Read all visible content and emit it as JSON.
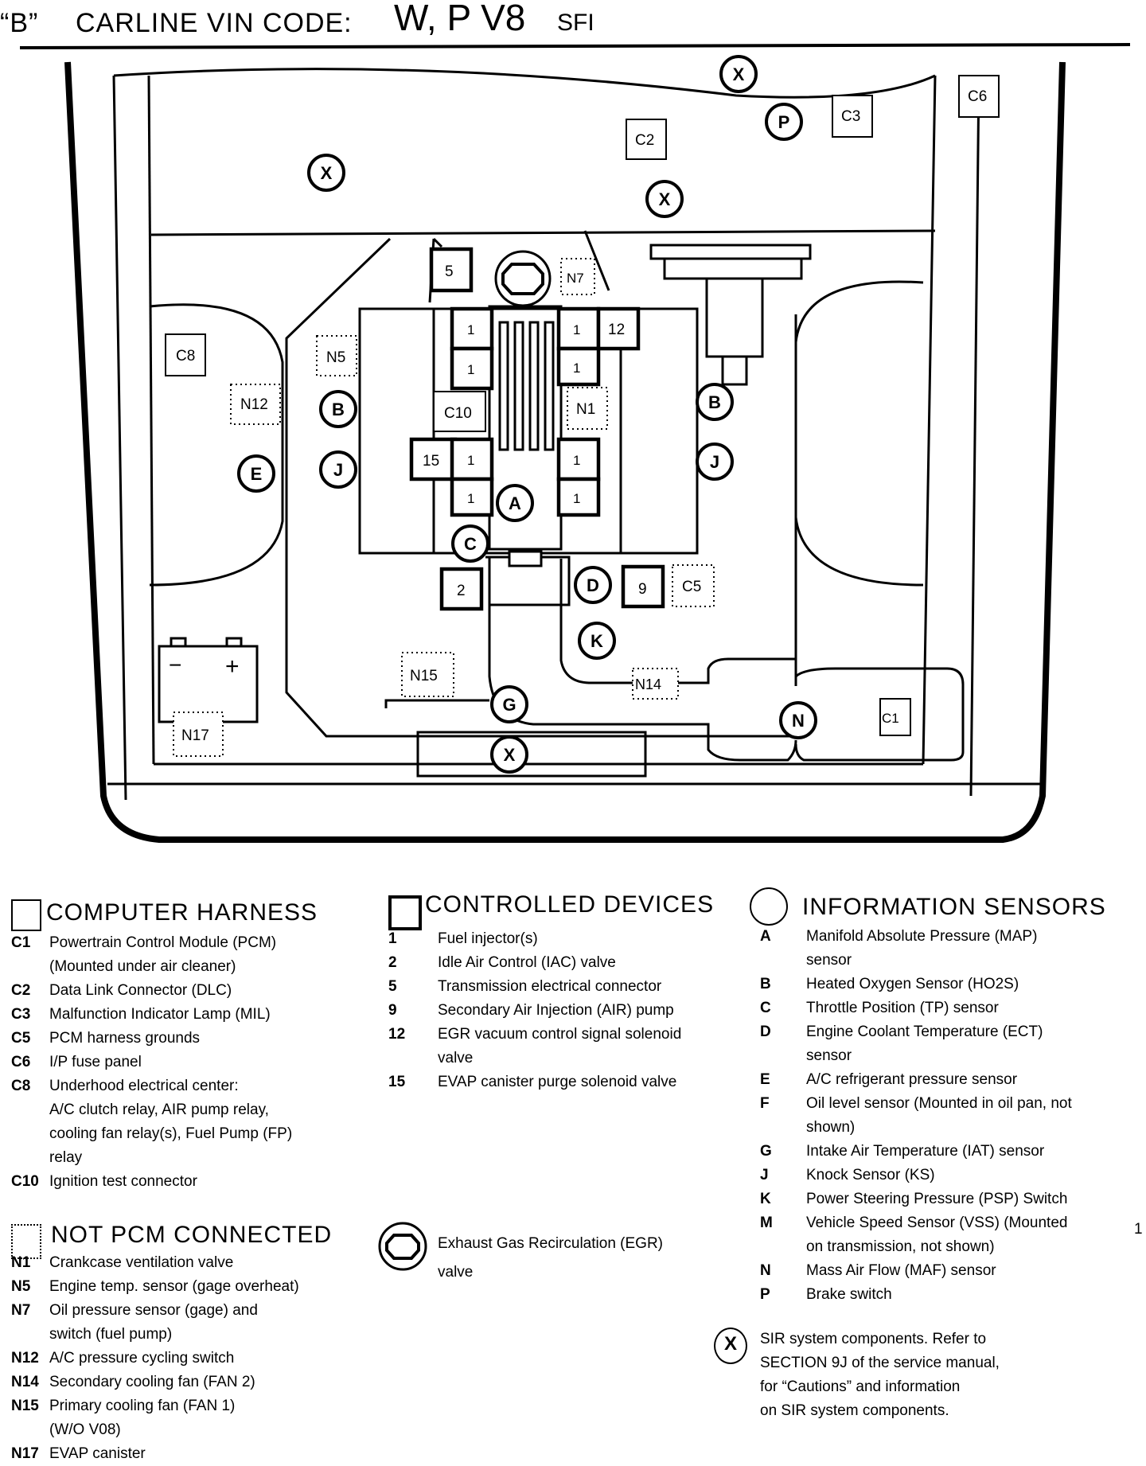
{
  "title": {
    "prefix": "“B”",
    "carline": "CARLINE  VIN CODE:",
    "engine": "W, P V8",
    "sfi": "SFI"
  },
  "diagram_labels": {
    "C1": "C1",
    "C2": "C2",
    "C3": "C3",
    "C5": "C5",
    "C6": "C6",
    "C8": "C8",
    "C10": "C10",
    "N1": "N1",
    "N5": "N5",
    "N7": "N7",
    "N12": "N12",
    "N14": "N14",
    "N15": "N15",
    "N17": "N17",
    "d1": "1",
    "d2": "2",
    "d5": "5",
    "d9": "9",
    "d12": "12",
    "d15": "15",
    "A": "A",
    "B": "B",
    "C": "C",
    "D": "D",
    "E": "E",
    "G": "G",
    "J": "J",
    "K": "K",
    "N": "N",
    "P": "P",
    "X": "X",
    "minus": "−",
    "plus": "+"
  },
  "computer_harness": {
    "heading": "COMPUTER HARNESS",
    "items": [
      {
        "code": "C1",
        "text": "Powertrain Control Module (PCM)"
      },
      {
        "code": "",
        "text": "(Mounted under air cleaner)"
      },
      {
        "code": "C2",
        "text": "Data Link Connector (DLC)"
      },
      {
        "code": "C3",
        "text": "Malfunction Indicator Lamp (MIL)"
      },
      {
        "code": "C5",
        "text": "PCM harness grounds"
      },
      {
        "code": "C6",
        "text": "I/P fuse panel"
      },
      {
        "code": "C8",
        "text": "Underhood electrical center:"
      },
      {
        "code": "",
        "text": " A/C clutch relay, AIR pump relay,"
      },
      {
        "code": "",
        "text": "cooling fan relay(s), Fuel Pump (FP)"
      },
      {
        "code": "",
        "text": "relay"
      },
      {
        "code": "C10",
        "text": "Ignition test connector"
      }
    ]
  },
  "not_pcm": {
    "heading": "NOT PCM CONNECTED",
    "items": [
      {
        "code": "N1",
        "text": "Crankcase ventilation valve"
      },
      {
        "code": "N5",
        "text": "Engine temp. sensor (gage overheat)"
      },
      {
        "code": "N7",
        "text": "Oil pressure sensor (gage) and"
      },
      {
        "code": "",
        "text": "switch (fuel pump)"
      },
      {
        "code": "N12",
        "text": "A/C pressure cycling switch"
      },
      {
        "code": "N14",
        "text": "Secondary cooling fan (FAN 2)"
      },
      {
        "code": "N15",
        "text": "Primary cooling fan (FAN 1)"
      },
      {
        "code": "",
        "text": "(W/O V08)"
      },
      {
        "code": "N17",
        "text": "EVAP canister"
      }
    ]
  },
  "controlled_devices": {
    "heading": "CONTROLLED DEVICES",
    "items": [
      {
        "code": "1",
        "text": "Fuel injector(s)"
      },
      {
        "code": "2",
        "text": "Idle Air Control  (IAC) valve"
      },
      {
        "code": "5",
        "text": "Transmission electrical connector"
      },
      {
        "code": "9",
        "text": "Secondary Air Injection (AIR) pump"
      },
      {
        "code": "12",
        "text": "EGR vacuum control signal solenoid"
      },
      {
        "code": "",
        "text": "valve"
      },
      {
        "code": "15",
        "text": "EVAP canister purge solenoid valve"
      }
    ]
  },
  "egr": {
    "line1": "Exhaust Gas Recirculation (EGR)",
    "line2": "valve"
  },
  "information_sensors": {
    "heading": "INFORMATION SENSORS",
    "items": [
      {
        "code": "A",
        "text": "Manifold Absolute Pressure (MAP)"
      },
      {
        "code": "",
        "text": "sensor"
      },
      {
        "code": "B",
        "text": "Heated Oxygen Sensor (HO2S)"
      },
      {
        "code": "C",
        "text": "Throttle Position (TP) sensor"
      },
      {
        "code": "D",
        "text": "Engine Coolant Temperature (ECT)"
      },
      {
        "code": "",
        "text": "sensor"
      },
      {
        "code": "E",
        "text": "A/C refrigerant pressure sensor"
      },
      {
        "code": "F",
        "text": "Oil level sensor (Mounted in oil pan, not"
      },
      {
        "code": "",
        "text": "shown)"
      },
      {
        "code": "G",
        "text": "Intake Air Temperature (IAT) sensor"
      },
      {
        "code": "J",
        "text": "Knock Sensor (KS)"
      },
      {
        "code": "K",
        "text": "Power Steering Pressure (PSP) Switch"
      },
      {
        "code": "M",
        "text": "Vehicle Speed Sensor (VSS) (Mounted"
      },
      {
        "code": "",
        "text": "on transmission, not shown)"
      },
      {
        "code": "N",
        "text": "Mass Air Flow (MAF) sensor"
      },
      {
        "code": "P",
        "text": "Brake switch"
      }
    ]
  },
  "sir": {
    "symbol": "X",
    "lines": [
      "SIR system components.  Refer to",
      "SECTION 9J of the service manual,",
      "for “Cautions” and information",
      "on SIR system components."
    ]
  },
  "margin_mark": "1"
}
